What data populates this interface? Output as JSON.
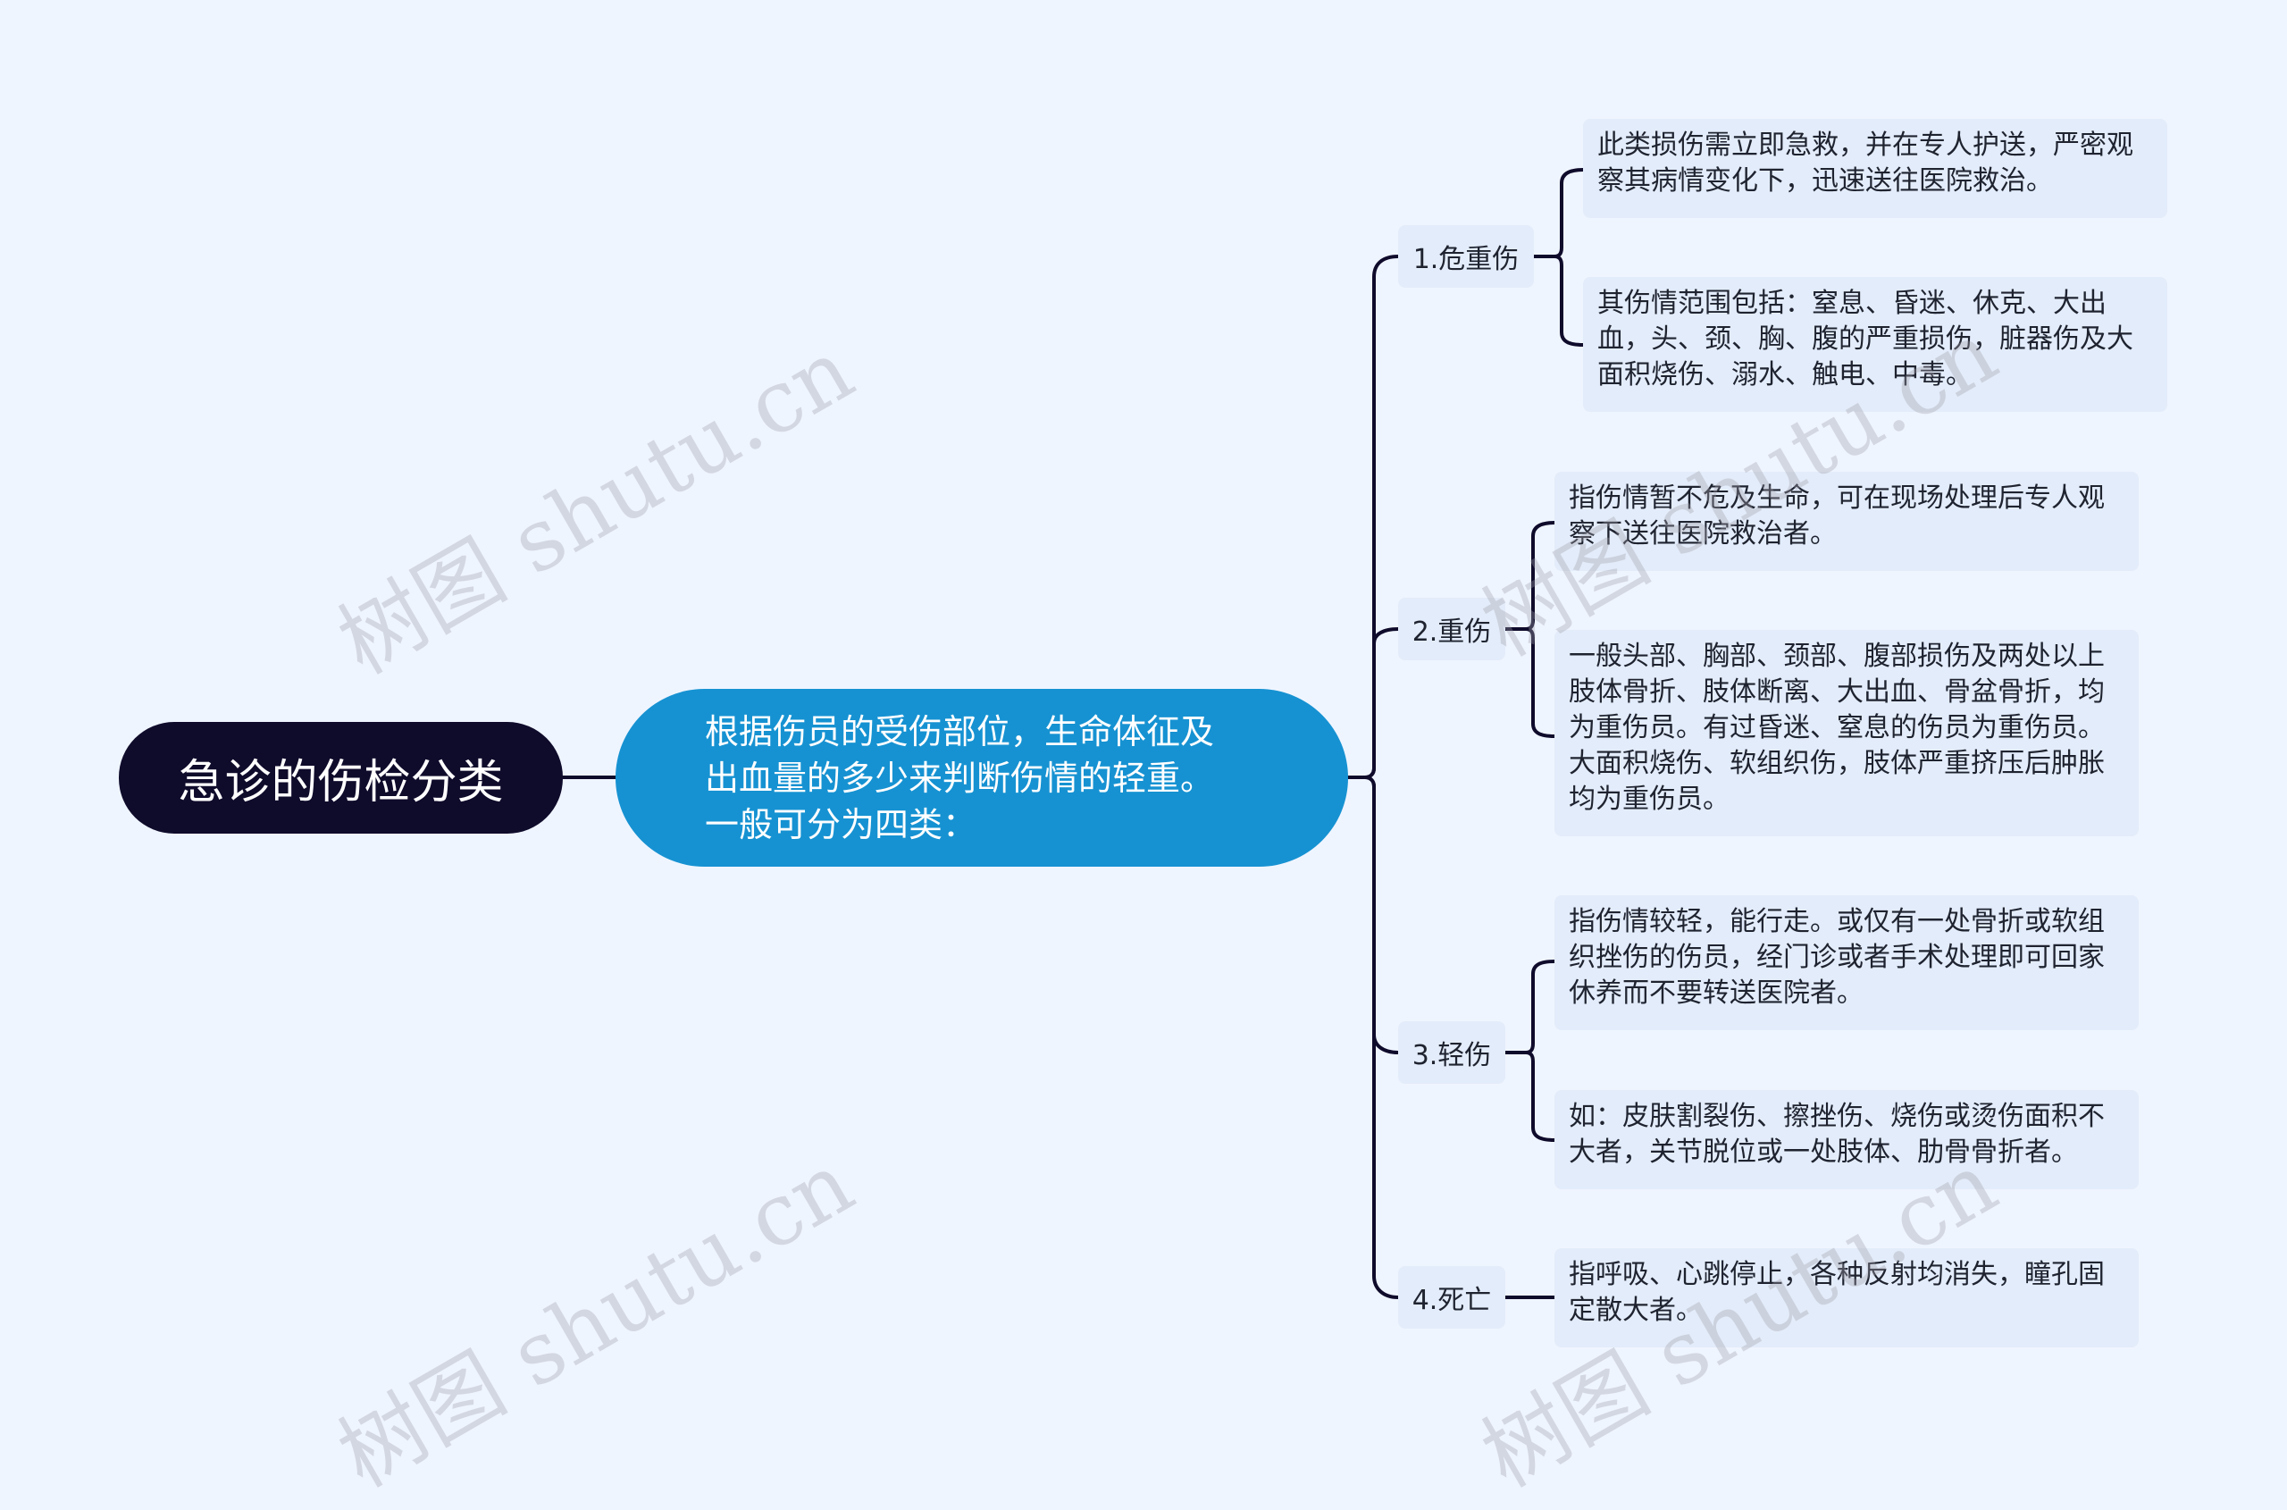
{
  "root": {
    "label": "急诊的伤检分类"
  },
  "center": {
    "text": "根据伤员的受伤部位，生命体征及\n出血量的多少来判断伤情的轻重。\n一般可分为四类："
  },
  "categories": [
    {
      "label": "1.危重伤",
      "details": [
        "此类损伤需立即急救，并在专人护送，严密观察其病情变化下，迅速送往医院救治。",
        "其伤情范围包括：窒息、昏迷、休克、大出血，头、颈、胸、腹的严重损伤，脏器伤及大面积烧伤、溺水、触电、中毒。"
      ]
    },
    {
      "label": "2.重伤",
      "details": [
        "指伤情暂不危及生命，可在现场处理后专人观察下送往医院救治者。",
        "一般头部、胸部、颈部、腹部损伤及两处以上肢体骨折、肢体断离、大出血、骨盆骨折，均为重伤员。有过昏迷、窒息的伤员为重伤员。大面积烧伤、软组织伤，肢体严重挤压后肿胀均为重伤员。"
      ]
    },
    {
      "label": "3.轻伤",
      "details": [
        "指伤情较轻，能行走。或仅有一处骨折或软组织挫伤的伤员，经门诊或者手术处理即可回家休养而不要转送医院者。",
        "如：皮肤割裂伤、擦挫伤、烧伤或烫伤面积不大者，关节脱位或一处肢体、肋骨骨折者。"
      ]
    },
    {
      "label": "4.死亡",
      "details": [
        "指呼吸、心跳停止，各种反射均消失，瞳孔固定散大者。"
      ]
    }
  ],
  "watermark": "树图 shutu.cn",
  "colors": {
    "background": "#eff5ff",
    "root": "#0f0b2b",
    "center": "#1692d2",
    "box": "#e3ecfa",
    "line": "#0f0b2b"
  }
}
